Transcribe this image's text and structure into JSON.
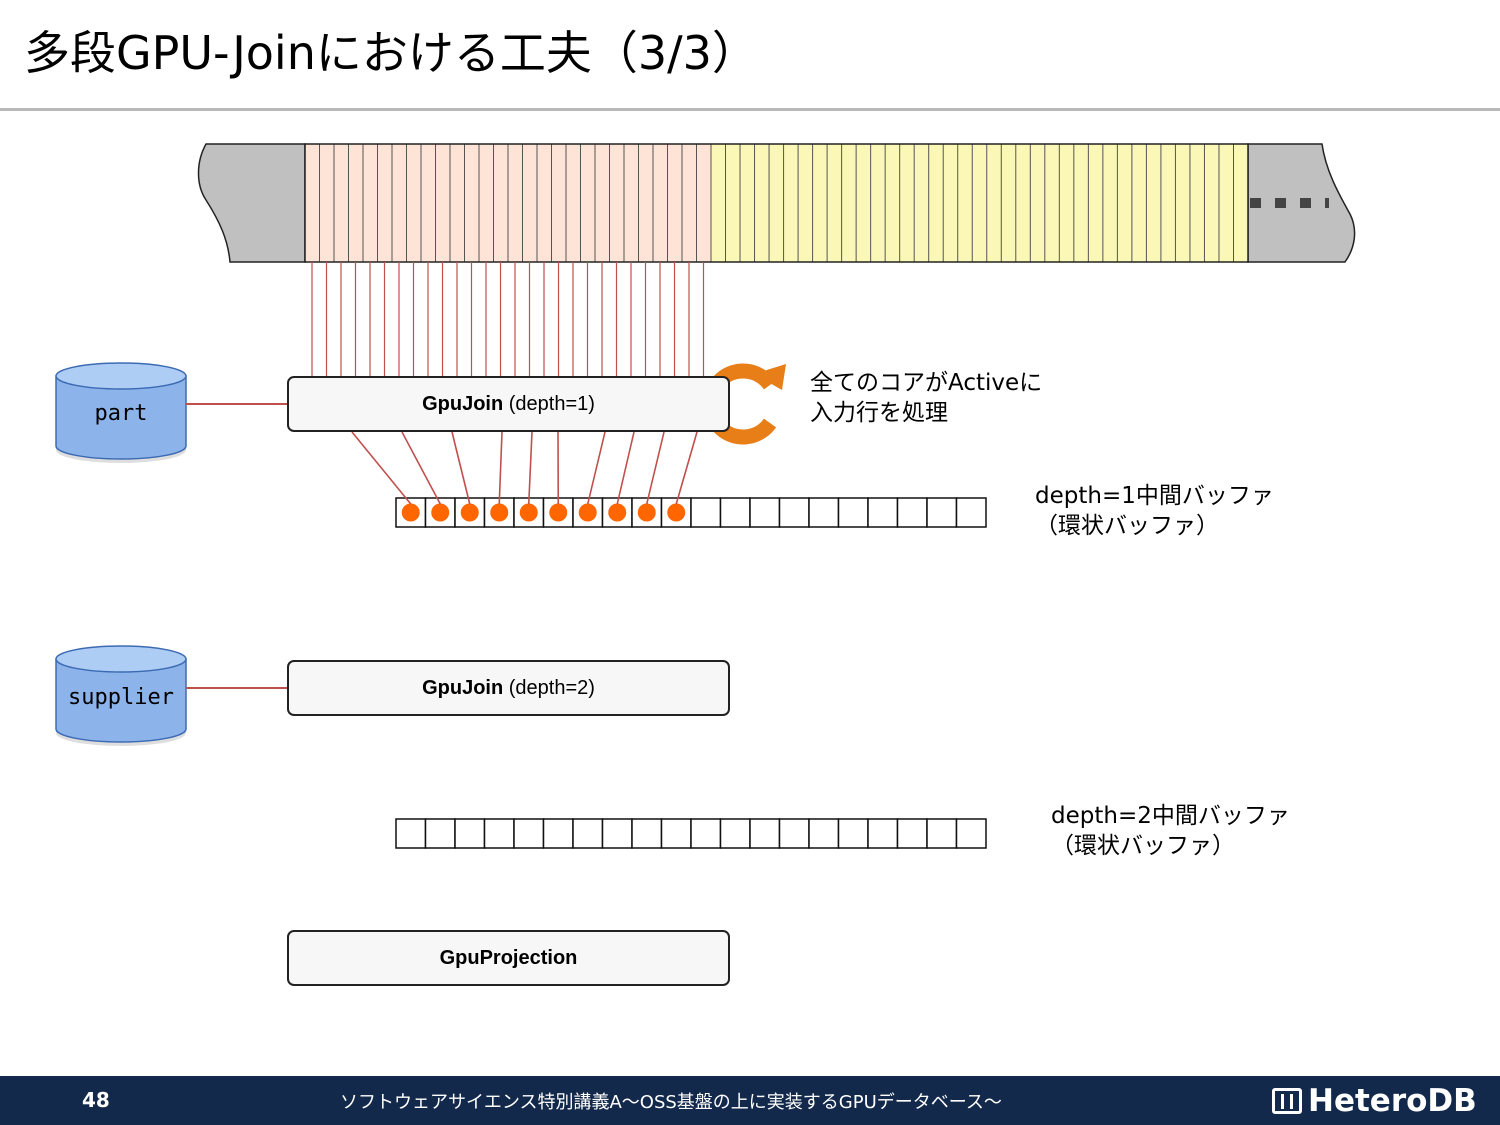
{
  "slide": {
    "title": "多段GPU-Joinにおける工夫（3/3）",
    "page_number": "48",
    "footer_text": "ソフトウェアサイエンス特別講義A～OSS基盤の上に実装するGPUデータベース～",
    "brand": "HeteroDB"
  },
  "tables": [
    {
      "name": "part"
    },
    {
      "name": "supplier"
    }
  ],
  "nodes": {
    "join1": {
      "name": "GpuJoin",
      "detail": " (depth=1)"
    },
    "join2": {
      "name": "GpuJoin",
      "detail": " (depth=2)"
    },
    "projection": {
      "name": "GpuProjection"
    }
  },
  "notes": {
    "active_line1": "全てのコアがActiveに",
    "active_line2": "入力行を処理",
    "buffer1_line1": "depth=1中間バッファ",
    "buffer1_line2": "（環状バッファ）",
    "buffer2_line1": "depth=2中間バッファ",
    "buffer2_line2": "（環状バッファ）"
  },
  "buffers": {
    "depth1": {
      "slots": 20,
      "filled": 10
    },
    "depth2": {
      "slots": 20,
      "filled": 0
    }
  },
  "input_stream": {
    "processing_rows": 28,
    "pending_rows": 37
  },
  "colors": {
    "processing": "#fde4d6",
    "pending": "#fbf7b6",
    "gray": "#c0c0c0",
    "link": "#c0504d",
    "dot": "#ff6600",
    "cylinder_top": "#aecdf4",
    "cylinder_body": "#8db4ea",
    "footer": "#13294b"
  }
}
